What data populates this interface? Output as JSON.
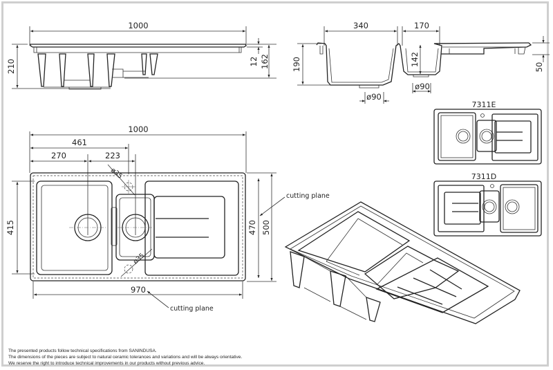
{
  "drawing": {
    "type": "technical drawing",
    "subject": "kitchen sink, 1.5 bowl with drainer",
    "side_section": {
      "width_label": "1000",
      "height_label": "210",
      "rim_label": "12",
      "depth_label": "162"
    },
    "front_section": {
      "bowl_width_label": "340",
      "small_bowl_width_label": "170",
      "bowl_depth_label": "190",
      "small_bowl_depth_label": "142",
      "drainer_depth_label": "50",
      "waste_main_label": "ø90",
      "waste_small_label": "ø90"
    },
    "plan_view": {
      "overall_width_label": "1000",
      "tap_offset_label": "461",
      "main_waste_offset_label": "270",
      "small_waste_offset_label": "223",
      "tap_hole_label": "ø35",
      "overflow_label": "ø35",
      "bowl_height_label": "415",
      "inner_height_label": "470",
      "overall_height_label": "500",
      "cut_width_label": "970",
      "cutting_plane_label_right": "cutting plane",
      "cutting_plane_label_bottom": "cutting plane"
    },
    "variants": [
      {
        "code": "7311E"
      },
      {
        "code": "7311D"
      }
    ]
  },
  "footer": {
    "lines": [
      "The presented products follow technical specifications from SANINDUSA.",
      "The dimensions of the pieces are subject to natural ceramic tolerances and variations and will be always orientative.",
      "We reserve the right to introduce technical improvements in our products without previous advice."
    ]
  }
}
